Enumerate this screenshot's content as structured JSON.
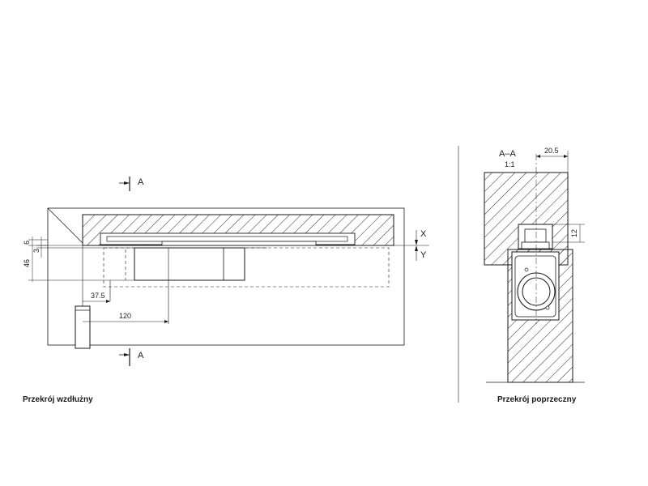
{
  "longitudinal": {
    "caption": "Przekrój wzdłużny",
    "section_mark_top": "A",
    "section_mark_bottom": "A",
    "axis_x": "X",
    "axis_y": "Y",
    "dims": {
      "d6": "6",
      "d3": "3",
      "d46": "46",
      "d37": "37.5",
      "d120": "120"
    }
  },
  "cross": {
    "caption": "Przekrój poprzeczny",
    "section_title": "A–A",
    "scale": "1:1",
    "dims": {
      "d20": "20.5",
      "d12": "12"
    }
  },
  "colors": {
    "line": "#1a1a1a",
    "hatch": "#2a2a2a",
    "thin": "#555555"
  }
}
